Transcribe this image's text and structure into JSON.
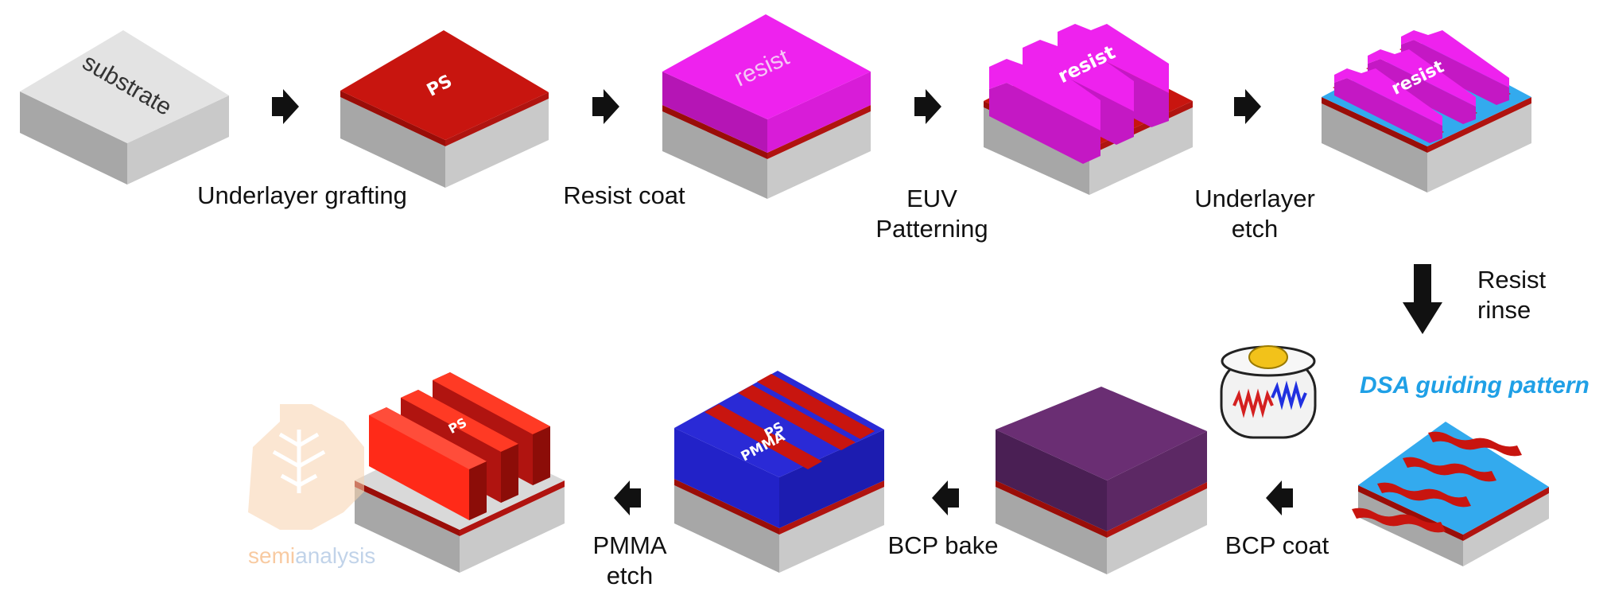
{
  "blocks": {
    "substrate": "substrate",
    "ps": "PS",
    "resist": "resist",
    "pmma": "PMMA"
  },
  "steps": {
    "underlayer_grafting": "Underlayer grafting",
    "resist_coat": "Resist coat",
    "euv_1": "EUV",
    "euv_2": "Patterning",
    "underlayer_etch_1": "Underlayer",
    "underlayer_etch_2": "etch",
    "resist_rinse_1": "Resist",
    "resist_rinse_2": "rinse",
    "dsa": "DSA guiding pattern",
    "bcp_coat": "BCP coat",
    "bcp_bake": "BCP bake",
    "pmma_etch_1": "PMMA",
    "pmma_etch_2": "etch"
  },
  "watermark": {
    "semi": "semi",
    "analysis": "analysis"
  },
  "colors": {
    "substrate": "#e3e3e3",
    "ps_red": "#c8150f",
    "resist_magenta": "#ee22ee",
    "dsa_blue": "#33aaee",
    "pmma_blue": "#2a2ad6",
    "watermark": "#f3a055"
  }
}
